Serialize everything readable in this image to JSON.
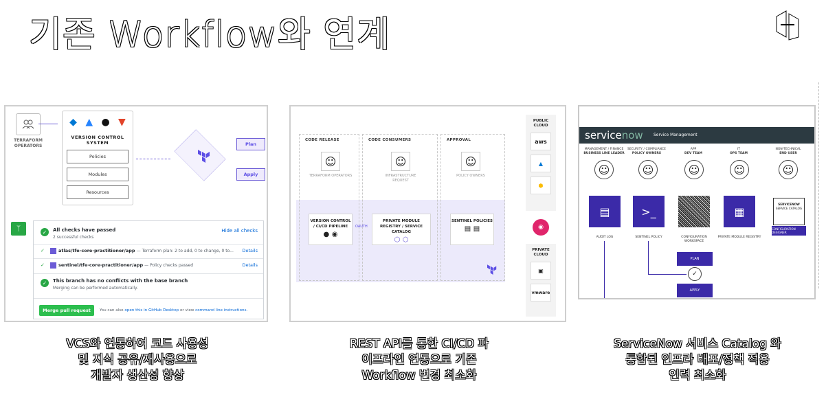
{
  "slide": {
    "title": "기존 Workflow와 연계"
  },
  "panel_vcs": {
    "operators_label": "TERRAFORM OPERATORS",
    "vcs_title": "VERSION CONTROL SYSTEM",
    "boxes": [
      "Policies",
      "Modules",
      "Resources"
    ],
    "plan_label": "Plan",
    "apply_label": "Apply",
    "checks_title": "All checks have passed",
    "checks_sub": "2 successful checks",
    "hide_link": "Hide all checks",
    "check1_name": "atlas/tfe-core-practitioner/app",
    "check1_desc": "— Terraform plan: 2 to add, 0 to change, 0 to...",
    "check2_name": "sentinel/tfe-core-practitioner/app",
    "check2_desc": "— Policy checks passed",
    "details_label": "Details",
    "conflict_title": "This branch has no conflicts with the base branch",
    "conflict_sub": "Merging can be performed automatically.",
    "merge_button": "Merge pull request",
    "merge_hint_pre": "You can also",
    "merge_hint_link1": "open this in GitHub Desktop",
    "merge_hint_mid": "or view",
    "merge_hint_link2": "command line instructions."
  },
  "panel_api": {
    "col1_title": "CODE RELEASE",
    "col2_title": "CODE CONSUMERS",
    "col3_title": "APPROVAL",
    "ops_label": "TERRAFORM OPERATORS",
    "infra_label": "INFRASTRUCTURE REQUEST",
    "policy_label": "POLICY OWNERS",
    "vcs_card": "VERSION CONTROL / CI/CD PIPELINE",
    "oauth_label": "OAUTH",
    "registry_card": "PRIVATE MODULE REGISTRY / SERVICE CATALOG",
    "sentinel_card": "SENTINEL POLICIES",
    "public_cloud": "PUBLIC CLOUD",
    "private_cloud": "PRIVATE CLOUD",
    "aws_label": "aws",
    "vmware_label": "vmware"
  },
  "panel_sn": {
    "logo_service": "service",
    "logo_now": "now",
    "header_sub": "Service Management",
    "roles": [
      {
        "top": "MANAGEMENT / FINANCE",
        "bold": "BUSINESS LINE LEADER"
      },
      {
        "top": "SECURITY / COMPLIANCE",
        "bold": "POLICY OWNERS"
      },
      {
        "top": "APP",
        "bold": "DEV TEAM"
      },
      {
        "top": "IT",
        "bold": "OPS TEAM"
      },
      {
        "top": "NON-TECHNICAL",
        "bold": "END USER"
      }
    ],
    "tile_labels": [
      "AUDIT LOG",
      "SENTINEL POLICY",
      "CONFIGURATION WORKSPACE",
      "PRIVATE MODULE REGISTRY"
    ],
    "catalog_title": "SERVICENOW",
    "catalog_sub": "SERVICE CATALOG",
    "config_designer": "CONFIGURATION DESIGNER",
    "plan_btn": "PLAN",
    "apply_btn": "APPLY"
  },
  "captions": {
    "cap1_l1": "VCS와 연동하여 코드 사용성",
    "cap1_l2": "및 지식 공유/재사용으로",
    "cap1_l3": "개발자 생산성 향상",
    "cap2_l1": "REST API를 통한 CI/CD 파",
    "cap2_l2": "이프라인 연동으로 기존",
    "cap2_l3": "Workflow 변경 최소화",
    "cap3_l1": "ServiceNow 서비스 Catalog 와",
    "cap3_l2": "통합된 인프라 배포/정책 적용",
    "cap3_l3": "인력 최소화"
  }
}
